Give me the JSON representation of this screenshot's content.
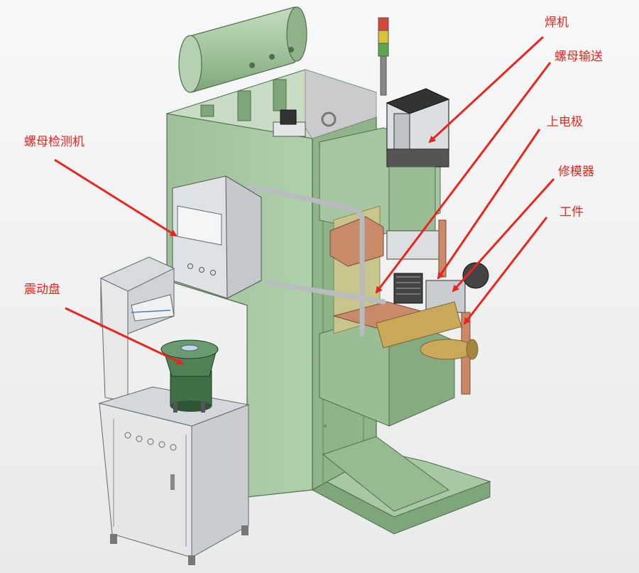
{
  "labels": {
    "welder": "焊机",
    "nut_feeder": "螺母输送",
    "upper_electrode": "上电极",
    "dresser": "修模器",
    "workpiece": "工件",
    "nut_detector": "螺母检测机",
    "vibratory_bowl": "震动盘"
  },
  "colors": {
    "label_text": "#e8261f",
    "arrow": "#e8261f",
    "machine_green": "#a7c8a2",
    "machine_green_dark": "#7fa57b",
    "cabinet_grey": "#d9dcde",
    "copper": "#c98a6a",
    "brass": "#c9a85a"
  }
}
